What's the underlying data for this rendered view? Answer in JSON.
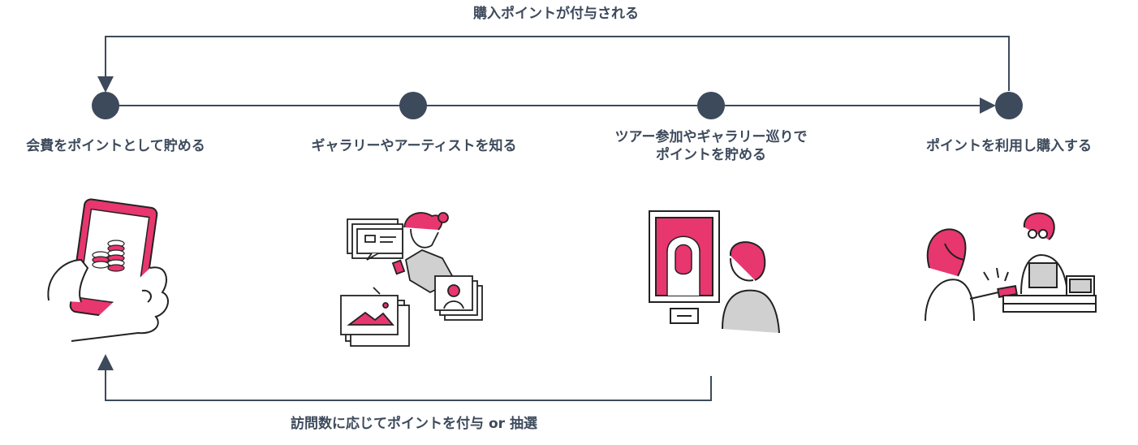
{
  "loop_top_label": "購入ポイントが付与される",
  "loop_bottom_label": "訪問数に応じてポイントを付与 or 抽選",
  "steps": [
    {
      "label": "会費をポイントとして貯める"
    },
    {
      "label": "ギャラリーやアーティストを知る"
    },
    {
      "label_line1": "ツアー参加やギャラリー巡りで",
      "label_line2": "ポイントを貯める"
    },
    {
      "label": "ポイントを利用し購入する"
    }
  ],
  "colors": {
    "line": "#3d4a5c",
    "accent": "#e8366f",
    "ink": "#222222",
    "gray": "#d0d0d0"
  },
  "icons": [
    "phone-with-coins-illustration",
    "woman-browsing-artworks-illustration",
    "framed-portrait-viewer-illustration",
    "shop-purchase-illustration"
  ]
}
